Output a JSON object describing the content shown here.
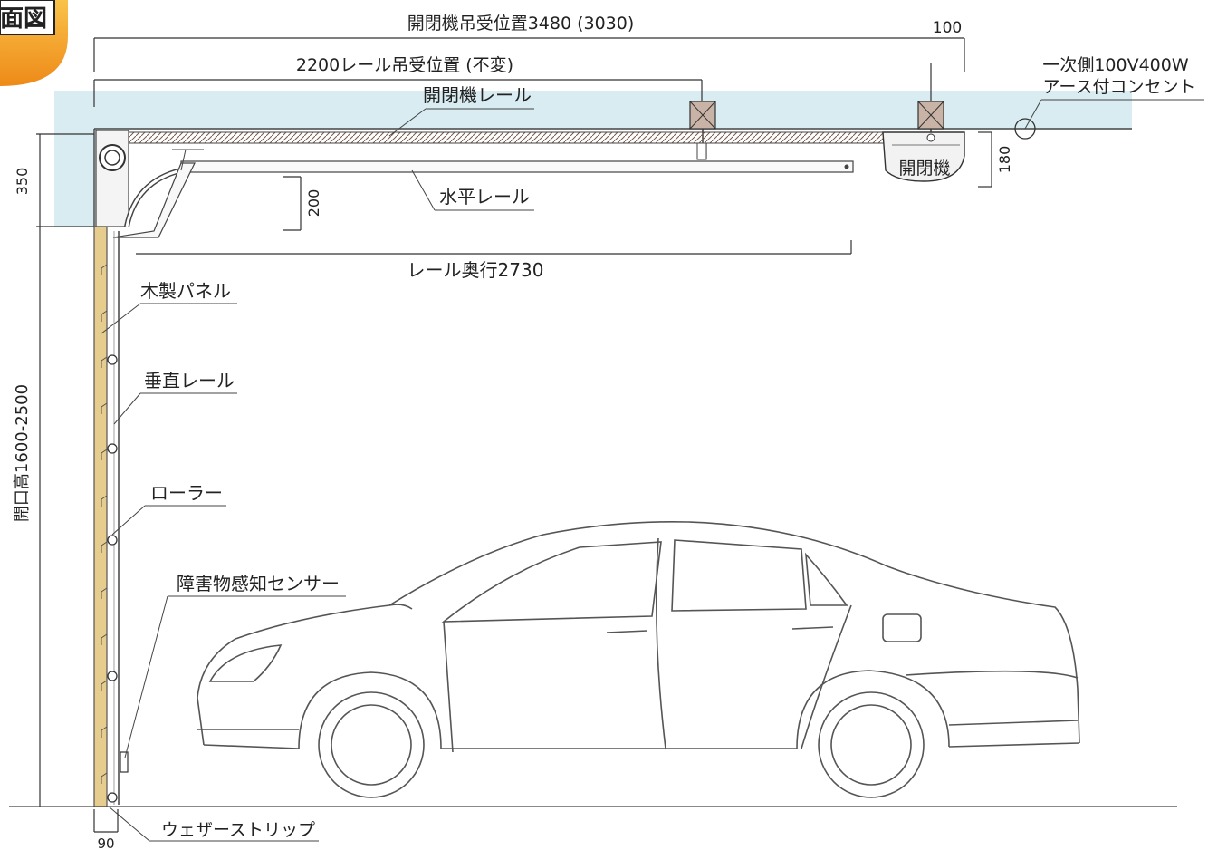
{
  "badge": {
    "text": "面図",
    "color_gradient": [
      "#f7b63a",
      "#f08a1c"
    ]
  },
  "dimensions": {
    "opener_hanging_position": "開閉機吊受位置3480 (3030)",
    "opener_offset": "100",
    "rail_hanging_position": "2200レール吊受位置 (不変)",
    "rail_depth": "レール奥行2730",
    "header_height": "350",
    "opening_height": "開口高1600-2500",
    "rail_drop": "200",
    "opener_height": "180",
    "panel_thickness": "90"
  },
  "labels": {
    "opener_rail": "開閉機レール",
    "horizontal_rail": "水平レール",
    "opener": "開閉機",
    "power_outlet_line1": "一次側100V400W",
    "power_outlet_line2": "アース付コンセント",
    "wood_panel": "木製パネル",
    "vertical_rail": "垂直レール",
    "roller": "ローラー",
    "obstacle_sensor": "障害物感知センサー",
    "weather_strip": "ウェザーストリップ"
  },
  "colors": {
    "ceiling": "#d8ecf2",
    "panel_wood": "#e6cd8e",
    "line": "#333333",
    "hanger_box": "#c9b3a6"
  }
}
